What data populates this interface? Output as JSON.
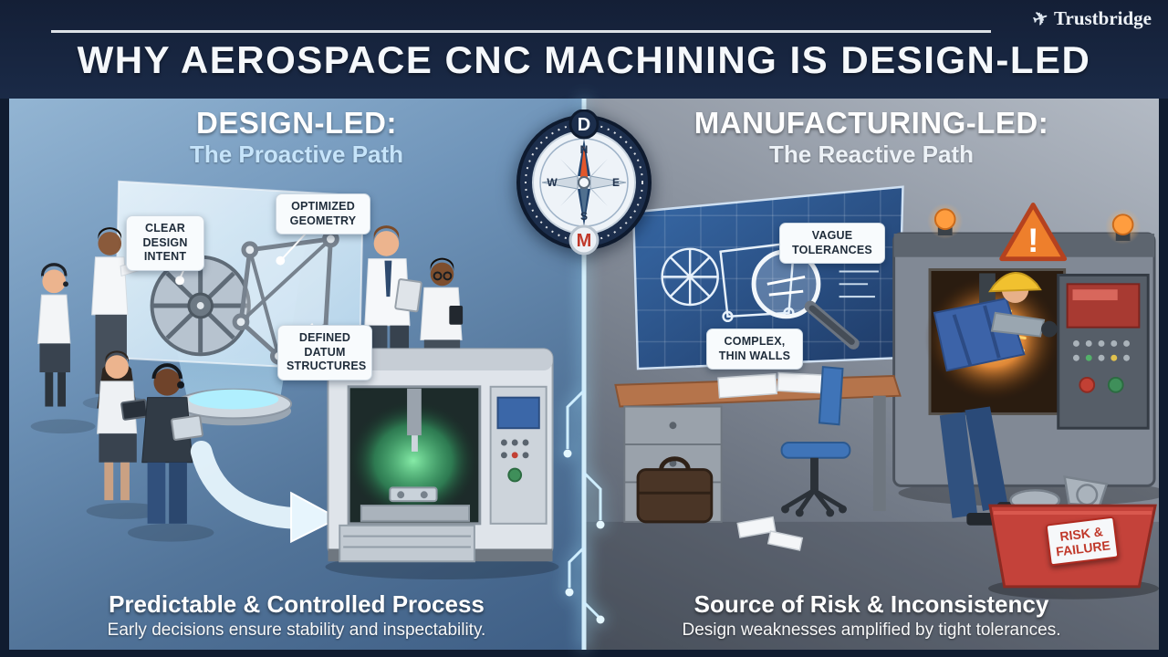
{
  "brand": {
    "name": "Trustbridge",
    "logo_icon": "plane-icon"
  },
  "header": {
    "title": "WHY AEROSPACE CNC MACHINING IS DESIGN-LED"
  },
  "compass": {
    "top_letter": "D",
    "bottom_letter": "M",
    "north": "N",
    "east": "E",
    "south": "S",
    "west": "W"
  },
  "left_panel": {
    "heading": "DESIGN-LED:",
    "subheading": "The Proactive Path",
    "callouts": [
      "CLEAR\nDESIGN\nINTENT",
      "OPTIMIZED\nGEOMETRY",
      "DEFINED\nDATUM\nSTRUCTURES"
    ],
    "footer_title": "Predictable & Controlled Process",
    "footer_subtitle": "Early decisions ensure stability and inspectability."
  },
  "right_panel": {
    "heading": "MANUFACTURING-LED:",
    "subheading": "The Reactive Path",
    "callouts": [
      "VAGUE\nTOLERANCES",
      "COMPLEX,\nTHIN WALLS"
    ],
    "warning_glyph": "!",
    "bin_label": "RISK &\nFAILURE",
    "footer_title": "Source of Risk & Inconsistency",
    "footer_subtitle": "Design weaknesses amplified by tight tolerances."
  },
  "colors": {
    "navy": "#16243d",
    "accent_cyan": "#bfe9ff",
    "hologram_blue": "#d6ecfa",
    "blueprint_blue": "#2f5a94",
    "alert_red": "#c0392b",
    "warning_orange": "#ee7f2c",
    "safe_green": "#57e98f"
  }
}
